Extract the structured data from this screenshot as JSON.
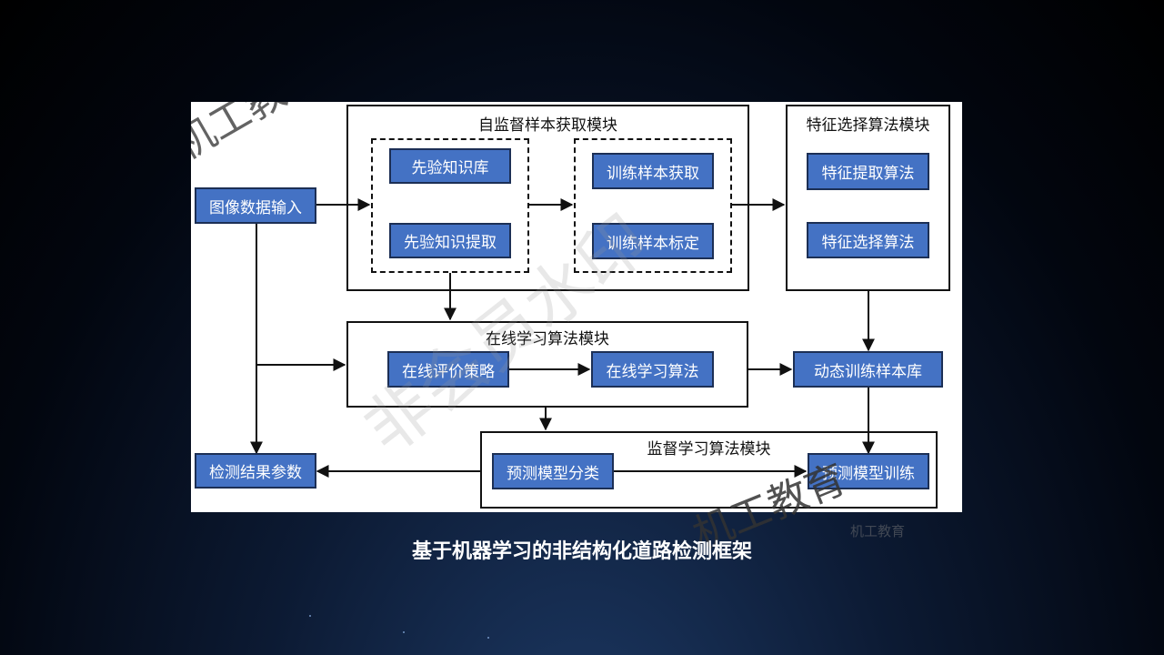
{
  "modules": {
    "self_supervised": "自监督样本获取模块",
    "feature_selection": "特征选择算法模块",
    "online_learning": "在线学习算法模块",
    "supervised_learning": "监督学习算法模块"
  },
  "nodes": {
    "image_input": "图像数据输入",
    "prior_kb": "先验知识库",
    "prior_extract": "先验知识提取",
    "sample_acquire": "训练样本获取",
    "sample_label": "训练样本标定",
    "feature_extract": "特征提取算法",
    "feature_select": "特征选择算法",
    "online_eval": "在线评价策略",
    "online_algo": "在线学习算法",
    "dynamic_lib": "动态训练样本库",
    "detect_params": "检测结果参数",
    "predict_classify": "预测模型分类",
    "predict_train": "预测模型训练"
  },
  "watermarks": {
    "brand_top": "机工教育",
    "diag_center": "非会员水印",
    "brand_bottom": "机工教育",
    "small_text": "机工教育"
  },
  "caption": "基于机器学习的非结构化道路检测框架",
  "colors": {
    "node_fill": "#4472c4",
    "node_border": "#1c2f55",
    "text_white": "#ffffff"
  }
}
